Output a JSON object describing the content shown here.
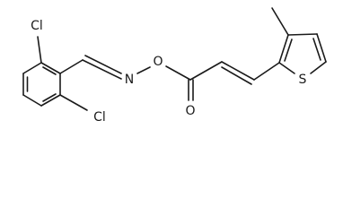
{
  "molecule": {
    "atom_labels": {
      "cl_top": "Cl",
      "cl_bottom": "Cl",
      "nitrogen": "N",
      "oxygen_ether": "O",
      "oxygen_carbonyl": "O",
      "sulfur": "S"
    },
    "colors": {
      "bond": "#1a1a1a",
      "label": "#1a1a1a",
      "background": "#ffffff"
    }
  }
}
